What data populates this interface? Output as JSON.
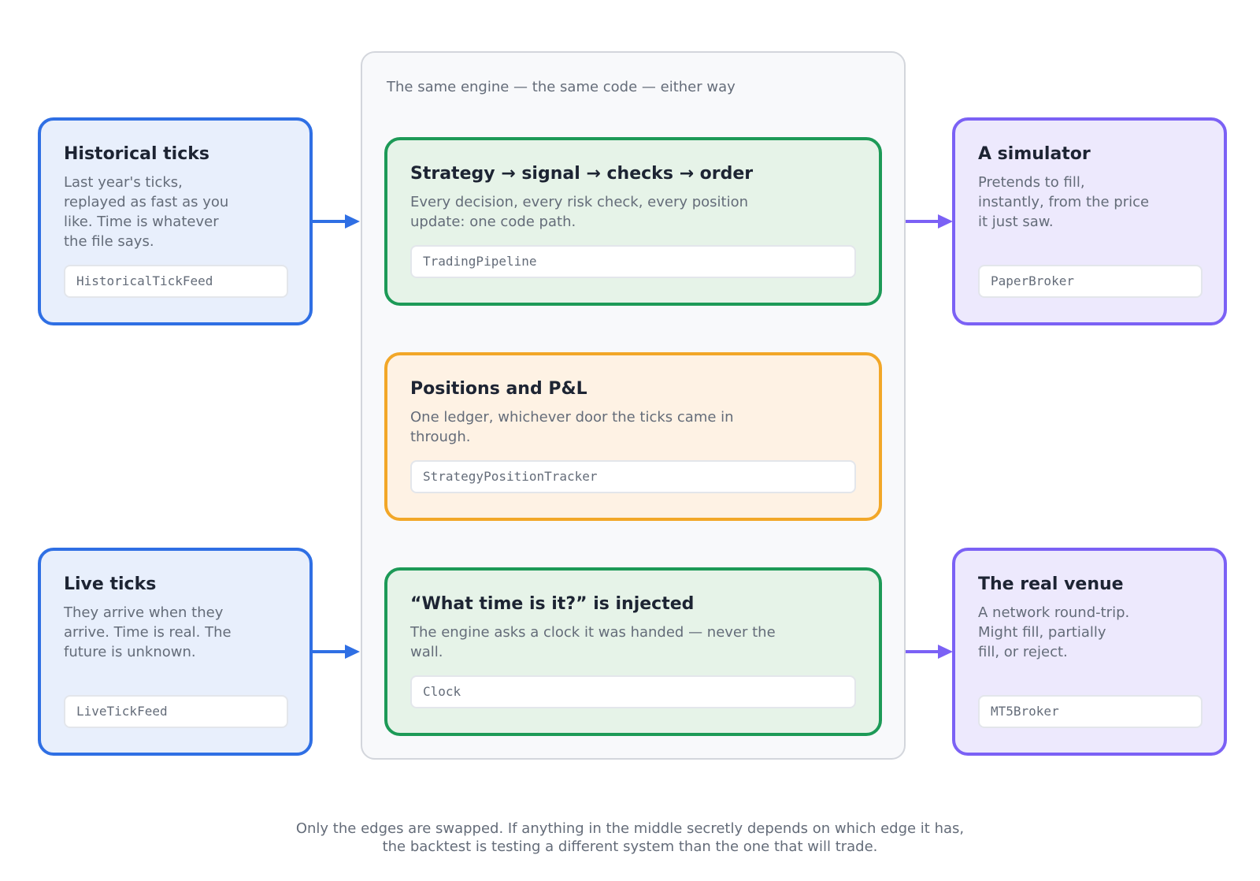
{
  "engine": {
    "title": "The same engine — the same code — either way"
  },
  "inputs": [
    {
      "title": "Historical ticks",
      "description": "Last year's ticks,\nreplayed as fast as you\nlike. Time is whatever\nthe file says.",
      "tag": "HistoricalTickFeed"
    },
    {
      "title": "Live ticks",
      "description": "They arrive when they\narrive. Time is real. The\nfuture is unknown.",
      "tag": "LiveTickFeed"
    }
  ],
  "core": [
    {
      "title": "Strategy → signal → checks → order",
      "description": "Every decision, every risk check, every position\nupdate: one code path.",
      "tag": "TradingPipeline"
    },
    {
      "title": "Positions and P&L",
      "description": "One ledger, whichever door the ticks came in\nthrough.",
      "tag": "StrategyPositionTracker"
    },
    {
      "title": "“What time is it?” is injected",
      "description": "The engine asks a clock it was handed — never the\nwall.",
      "tag": "Clock"
    }
  ],
  "outputs": [
    {
      "title": "A simulator",
      "description": "Pretends to fill,\ninstantly, from the price\nit just saw.",
      "tag": "PaperBroker"
    },
    {
      "title": "The real venue",
      "description": "A network round-trip.\nMight fill, partially\nfill, or reject.",
      "tag": "MT5Broker"
    }
  ],
  "footer": "Only the edges are swapped. If anything in the middle secretly depends on which edge it has,\nthe backtest is testing a different system than the one that will trade.",
  "colors": {
    "feed_border": "#2f6fe4",
    "feed_fill": "#e8effc",
    "broker_border": "#7b61f5",
    "broker_fill": "#ede9fd",
    "core_green_border": "#1d9a57",
    "core_green_fill": "#e6f3e8",
    "core_orange_border": "#f2a728",
    "core_orange_fill": "#fef2e4"
  }
}
